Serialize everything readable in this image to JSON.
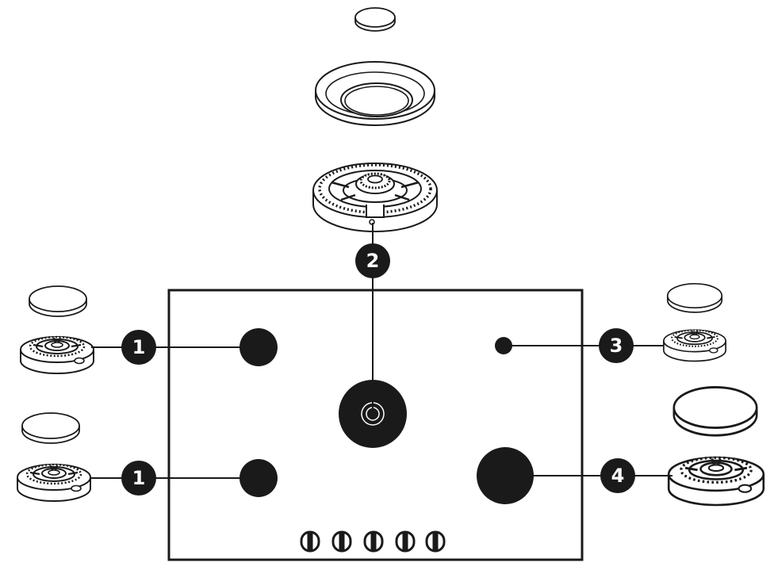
{
  "callouts": {
    "c1a": "1",
    "c1b": "1",
    "c2": "2",
    "c3": "3",
    "c4": "4"
  },
  "colors": {
    "ink": "#1a1a1a",
    "callout_fill": "#1a1a1a",
    "callout_text": "#ffffff",
    "paper": "#ffffff"
  }
}
